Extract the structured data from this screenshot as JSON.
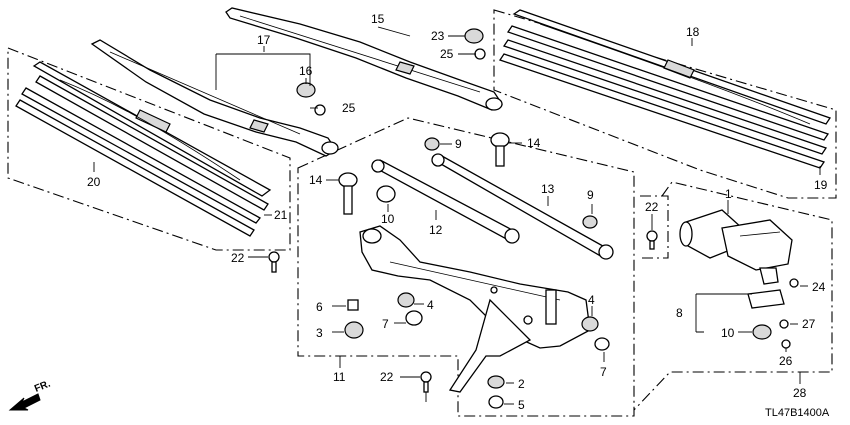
{
  "diagram": {
    "code": "TL47B1400A",
    "direction": "FR.",
    "callouts": {
      "c1": "1",
      "c2": "2",
      "c3": "3",
      "c4a": "4",
      "c4b": "4",
      "c5": "5",
      "c6": "6",
      "c7a": "7",
      "c7b": "7",
      "c8": "8",
      "c9a": "9",
      "c9b": "9",
      "c10a": "10",
      "c10b": "10",
      "c11": "11",
      "c12": "12",
      "c13": "13",
      "c14a": "14",
      "c14b": "14",
      "c15": "15",
      "c16": "16",
      "c17": "17",
      "c18": "18",
      "c19": "19",
      "c20": "20",
      "c21": "21",
      "c22a": "22",
      "c22b": "22",
      "c22c": "22",
      "c23": "23",
      "c24": "24",
      "c25a": "25",
      "c25b": "25",
      "c26": "26",
      "c27": "27",
      "c28": "28"
    }
  }
}
